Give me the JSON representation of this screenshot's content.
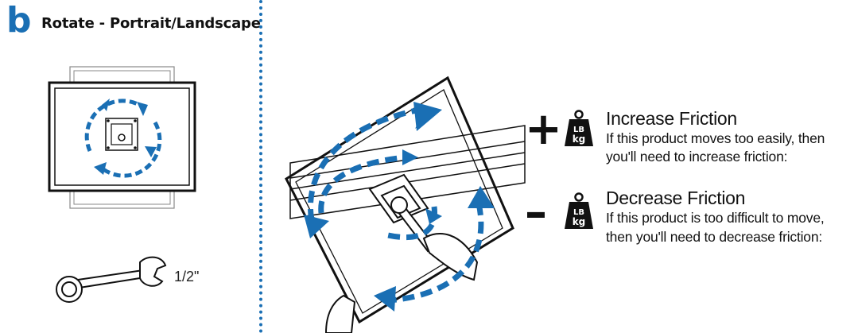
{
  "step": {
    "letter": "b",
    "title": "Rotate - Portrait/Landscape"
  },
  "wrench": {
    "size_label": "1/2\""
  },
  "friction": {
    "increase": {
      "sign": "+",
      "weight_top": "LB",
      "weight_bottom": "kg",
      "title": "Increase Friction",
      "line1": "If this product moves too easily, then",
      "line2": "you'll need to increase friction:"
    },
    "decrease": {
      "sign": "–",
      "weight_top": "LB",
      "weight_bottom": "kg",
      "title": "Decrease Friction",
      "line1": "If this product is too difficult to move,",
      "line2": "then you'll need to decrease friction:"
    }
  },
  "colors": {
    "accent": "#1a6fb4",
    "ink": "#111111",
    "outline": "#999999"
  },
  "icons": [
    "monitor-rotate-icon",
    "combination-wrench-icon",
    "rotation-arrows-icon",
    "weight-icon"
  ]
}
